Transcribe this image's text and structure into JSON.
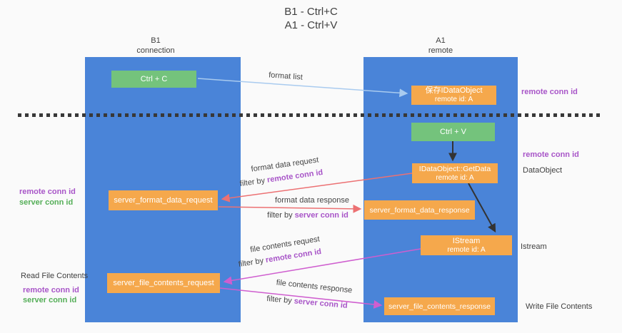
{
  "title": {
    "line1": "B1 - Ctrl+C",
    "line2": "A1 - Ctrl+V"
  },
  "lanes": {
    "left": {
      "name": "B1",
      "subtitle": "connection"
    },
    "right": {
      "name": "A1",
      "subtitle": "remote"
    }
  },
  "nodes": {
    "ctrl_c": "Ctrl + C",
    "ctrl_v": "Ctrl + V",
    "save_dataobject": {
      "line1": "保存IDataObject",
      "line2": "remote id: A"
    },
    "getdata": {
      "line1": "IDataObject::GetData",
      "line2": "remote id: A"
    },
    "istream": {
      "line1": "IStream",
      "line2": "remote id: A"
    },
    "server_format_data_request": "server_format_data_request",
    "server_format_data_response": "server_format_data_response",
    "server_file_contents_request": "server_file_contents_request",
    "server_file_contents_response": "server_file_contents_response"
  },
  "terms": {
    "filter_by": "filter by ",
    "remote_conn_id": "remote conn id",
    "server_conn_id": "server conn id"
  },
  "edge_labels": {
    "format_list": "format list",
    "format_data_request": "format data request",
    "format_data_response": "format data response",
    "file_contents_request": "file contents request",
    "file_contents_response": "file contents response"
  },
  "annotations": {
    "right_save_conn": "remote conn id",
    "right_getdata_conn": "remote conn id",
    "right_dataobject": "DataObject",
    "right_istream": "Istream",
    "right_write": "Write File Contents",
    "left_read": "Read File Contents"
  },
  "colors": {
    "lane_blue": "#4a84d8",
    "node_orange": "#f5a84c",
    "node_green": "#74c37c",
    "arrow_light_blue": "#a9cbef",
    "arrow_red": "#ec7173",
    "arrow_magenta": "#cf5ecf",
    "arrow_black": "#333333",
    "text_purple": "#a855c8",
    "text_green": "#54ae57"
  }
}
